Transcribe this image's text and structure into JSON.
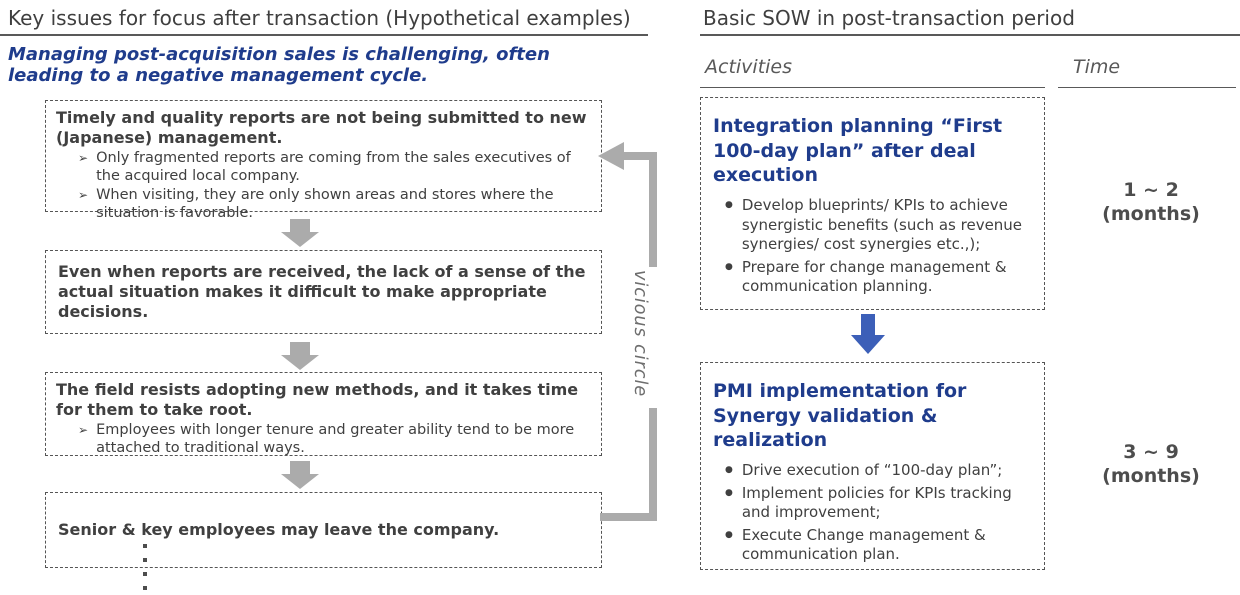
{
  "glyphs": {
    "arrow_bullet": "➢",
    "round_bullet": "●"
  },
  "colors": {
    "navy_text": "#1F3C8C",
    "blue_arrow": "#3C5FB8",
    "gray_arrow": "#ABABAB",
    "body_text": "#404040"
  },
  "left": {
    "title": "Key issues for focus after transaction (Hypothetical examples)",
    "subtitle": "Managing post-acquisition sales is challenging, often leading to a negative management cycle.",
    "cycle_label": "vicious circle",
    "boxes": [
      {
        "title": "Timely and quality reports are not being submitted to new (Japanese) management.",
        "bullets": [
          "Only fragmented reports are coming from the sales executives of the acquired local company.",
          "When visiting, they are only shown areas and stores where the situation is favorable."
        ]
      },
      {
        "title": "Even when reports are received, the lack of a sense of the actual situation makes it difficult to make appropriate decisions.",
        "bullets": []
      },
      {
        "title": "The field resists adopting new methods, and it takes time for them to take root.",
        "bullets": [
          "Employees with longer tenure and greater ability tend to be more attached to traditional ways."
        ]
      },
      {
        "title": "Senior & key employees may leave the company.",
        "bullets": []
      }
    ]
  },
  "right": {
    "title": "Basic SOW in post-transaction period",
    "columns": {
      "activities": "Activities",
      "time": "Time"
    },
    "boxes": [
      {
        "title": "Integration planning “First 100-day plan” after deal execution",
        "bullets": [
          "Develop blueprints/ KPIs to achieve synergistic benefits (such as revenue synergies/ cost synergies etc.,);",
          "Prepare for change management & communication planning."
        ],
        "time_line1": "1 ~ 2",
        "time_line2": "(months)"
      },
      {
        "title": "PMI implementation for Synergy validation  & realization",
        "bullets": [
          "Drive execution of “100-day plan”;",
          "Implement policies for KPIs tracking and improvement;",
          "Execute Change management & communication plan."
        ],
        "time_line1": "3 ~ 9",
        "time_line2": "(months)"
      }
    ]
  }
}
